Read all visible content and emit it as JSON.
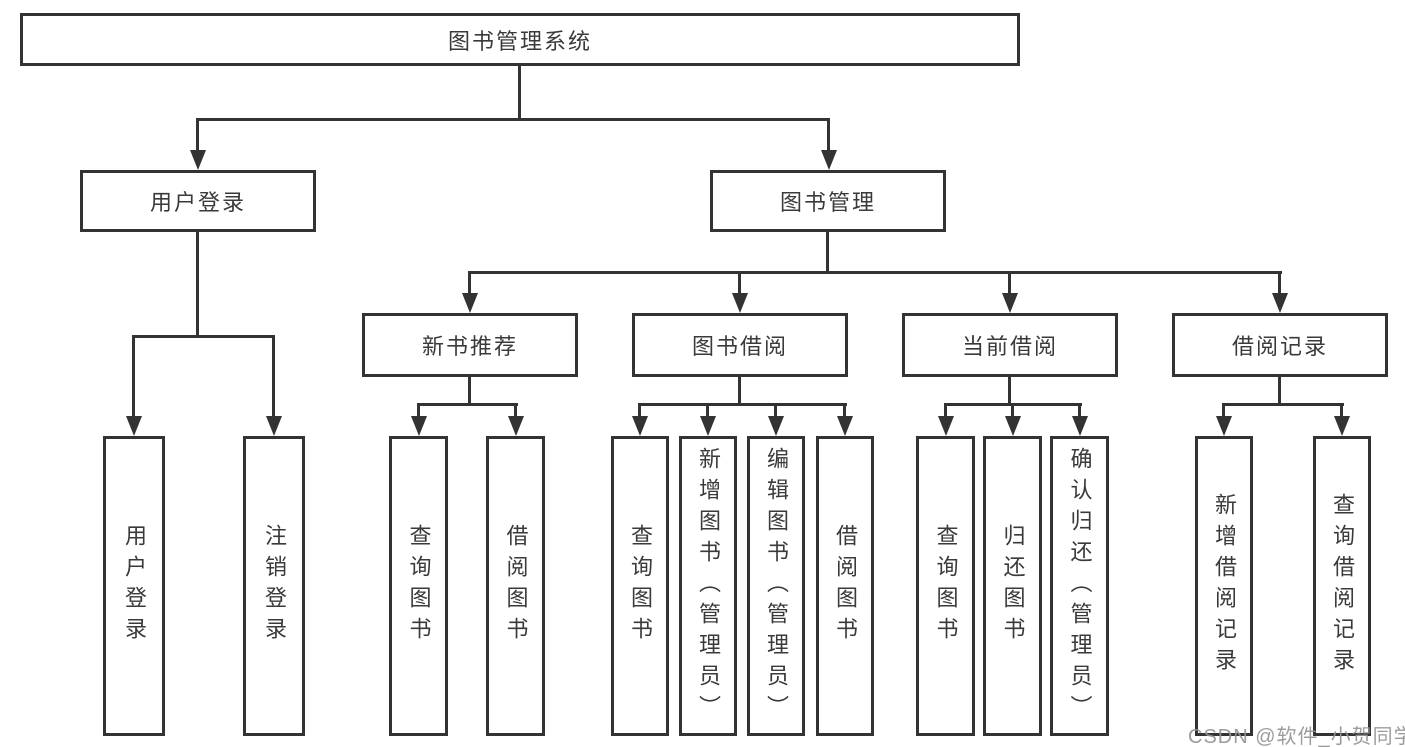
{
  "diagram": {
    "root": "图书管理系统",
    "level2": [
      "用户登录",
      "图书管理"
    ],
    "level3": [
      "新书推荐",
      "图书借阅",
      "当前借阅",
      "借阅记录"
    ],
    "leaves": {
      "user_login": [
        "用户登录",
        "注销登录"
      ],
      "new_books": [
        "查询图书",
        "借阅图书"
      ],
      "borrowing": [
        "查询图书",
        "新增图书（管理员）",
        "编辑图书（管理员）",
        "借阅图书"
      ],
      "current": [
        "查询图书",
        "归还图书",
        "确认归还（管理员）"
      ],
      "records": [
        "新增借阅记录",
        "查询借阅记录"
      ]
    }
  },
  "watermark": {
    "text": "CSDN @软件_小贺同学"
  },
  "colors": {
    "line": "#333333",
    "text": "#3a3a3a",
    "background": "#ffffff",
    "watermark": "#949494"
  }
}
